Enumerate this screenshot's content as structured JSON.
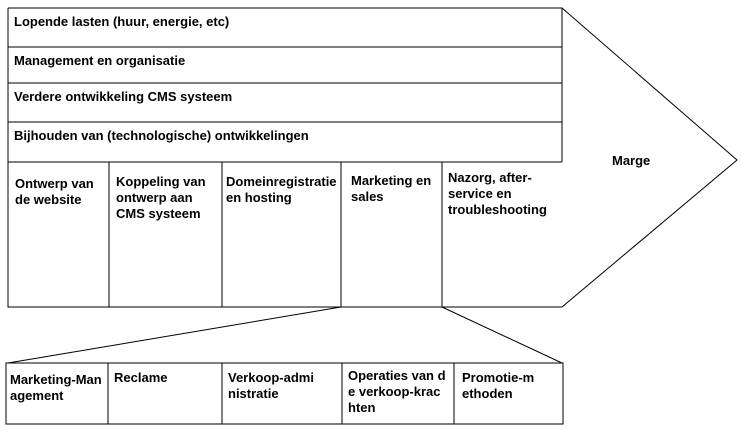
{
  "support_activities": [
    "Lopende lasten (huur, energie, etc)",
    "Management en organisatie",
    "Verdere ontwikkeling CMS systeem",
    "Bijhouden van (technologische) ontwikkelingen"
  ],
  "margin_label": "Marge",
  "primary_activities": [
    "Ontwerp van de website",
    "Koppeling van ontwerp aan CMS systeem",
    "Domeinregistratie en hosting",
    "Marketing en sales",
    "Nazorg, after-service en troubleshooting"
  ],
  "marketing_sub_activities": [
    "Marketing-Management",
    "Reclame",
    "Verkoop-administratie",
    "Operaties van de verkoop-krachten",
    "Promotie-methoden"
  ]
}
